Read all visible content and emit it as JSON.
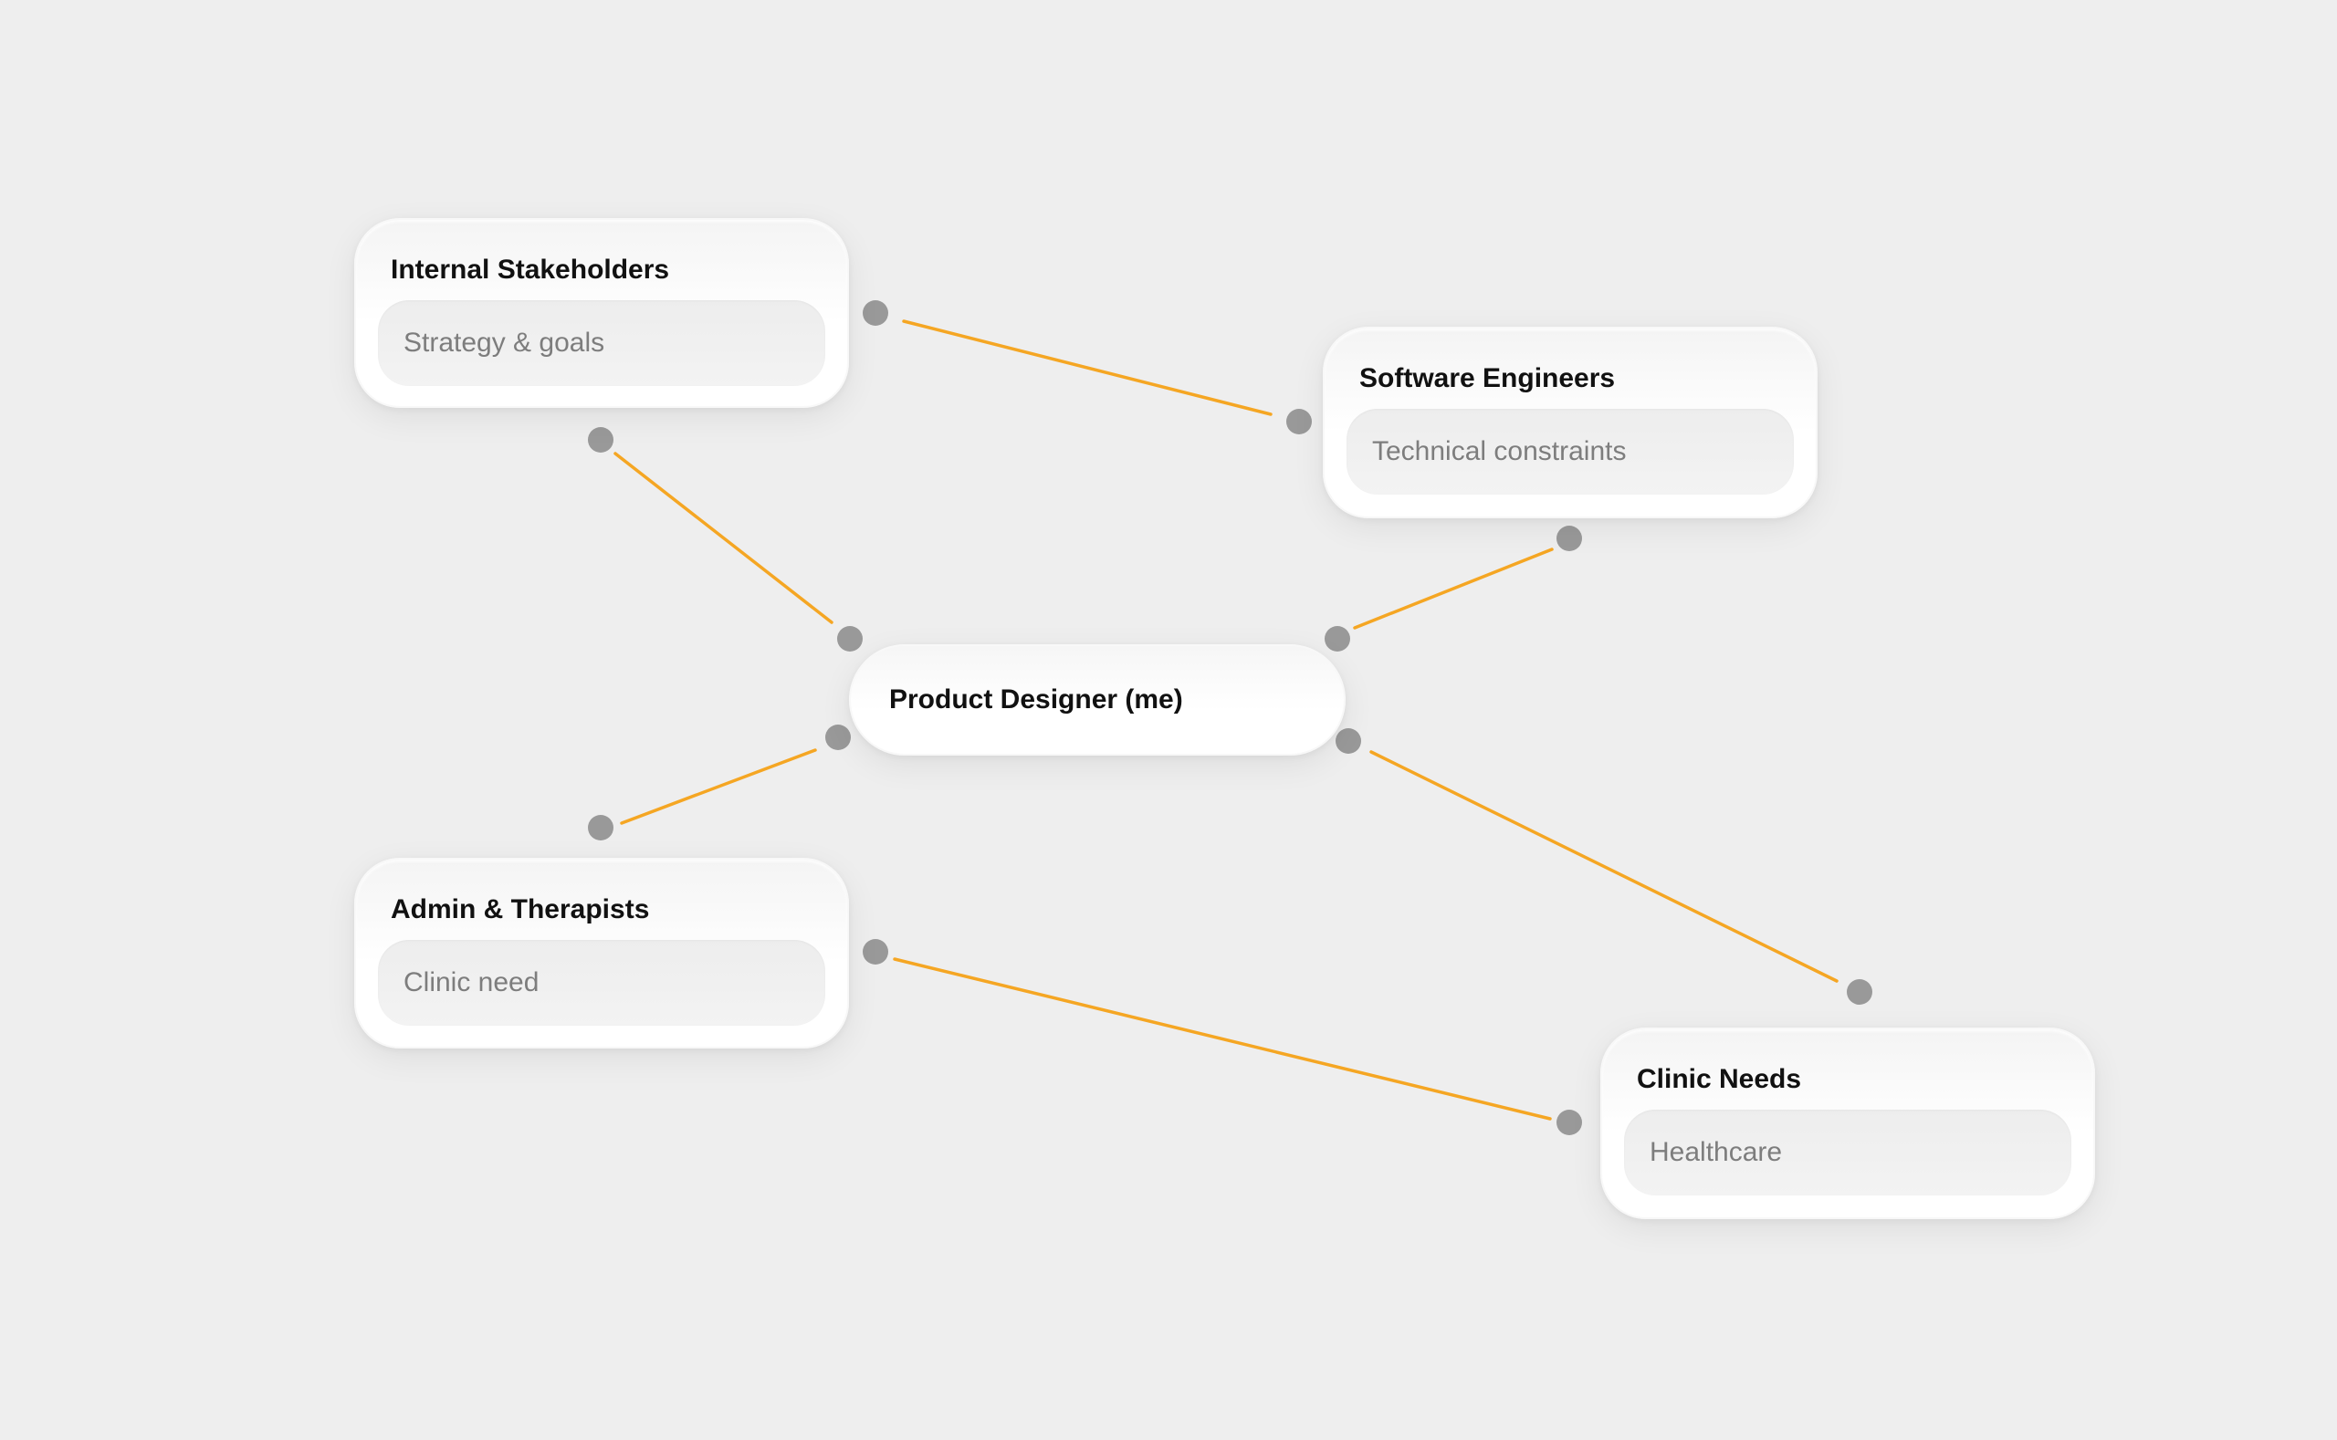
{
  "colors": {
    "background": "#eeeeee",
    "connector": "#f5a623",
    "handle": "#999999",
    "title_text": "#111111",
    "subtitle_text": "#7d7d7d"
  },
  "center": {
    "title": "Product Designer (me)"
  },
  "nodes": {
    "internal_stakeholders": {
      "title": "Internal Stakeholders",
      "subtitle": "Strategy & goals"
    },
    "software_engineers": {
      "title": "Software Engineers",
      "subtitle": "Technical constraints"
    },
    "admin_therapists": {
      "title": "Admin & Therapists",
      "subtitle": "Clinic need"
    },
    "clinic_needs": {
      "title": "Clinic Needs",
      "subtitle": "Healthcare"
    }
  },
  "connections": [
    {
      "from": "internal_stakeholders",
      "to": "software_engineers"
    },
    {
      "from": "internal_stakeholders",
      "to": "center"
    },
    {
      "from": "software_engineers",
      "to": "center"
    },
    {
      "from": "center",
      "to": "admin_therapists"
    },
    {
      "from": "center",
      "to": "clinic_needs"
    },
    {
      "from": "admin_therapists",
      "to": "clinic_needs"
    }
  ]
}
